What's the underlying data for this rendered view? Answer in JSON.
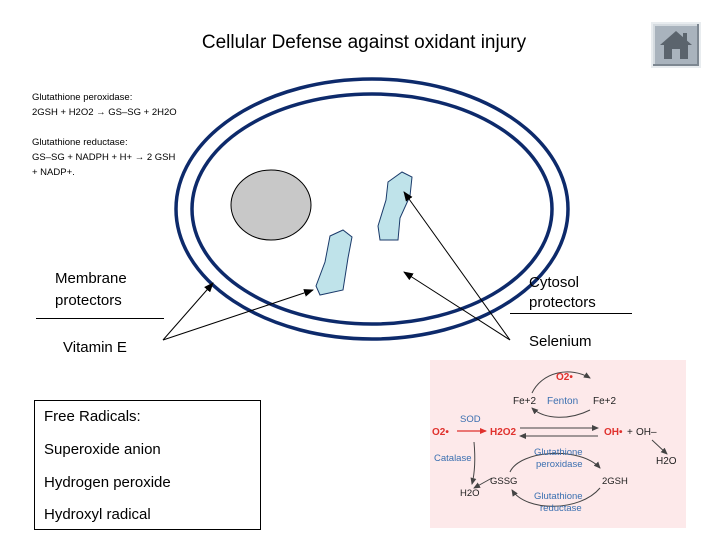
{
  "title": "Cellular Defense against oxidant injury",
  "nav": {
    "home_icon": "home-icon"
  },
  "equations": {
    "peroxidase_heading": "Glutathione peroxidase:",
    "peroxidase_reaction": "2GSH + H2O2 → GS–SG + 2H2O",
    "reductase_heading": "Glutathione reductase:",
    "reductase_reaction": "GS–SG + NADPH + H+ → 2 GSH + NADP+."
  },
  "labels": {
    "membrane_protectors_line1": "Membrane",
    "membrane_protectors_line2": "protectors",
    "vitamin_e": "Vitamin E",
    "cytosol_protectors_line1": "Cytosol",
    "cytosol_protectors_line2": "protectors",
    "selenium": "Selenium"
  },
  "free_radicals": {
    "heading": "Free Radicals:",
    "items": [
      "Superoxide anion",
      "Hydrogen peroxide",
      "Hydroxyl radical"
    ]
  },
  "inset": {
    "o2_radical": "O2•",
    "fe2": "Fe+2",
    "fenton": "Fenton",
    "fe3": "Fe+2",
    "sod": "SOD",
    "h2o2": "H2O2",
    "oh_radical": "OH•",
    "plus": "+",
    "oh_minus": "OH–",
    "catalase": "Catalase",
    "gpx_line1": "Glutathione",
    "gpx_line2": "peroxidase",
    "gssg": "GSSG",
    "gsh2": "2GSH",
    "h2o_left": "H2O",
    "h2o_right": "H2O",
    "gr_line1": "Glutathione",
    "gr_line2": "reductase"
  },
  "colors": {
    "nucleus_fill": "#c8c8c8",
    "organelle_fill": "#bfe3ea",
    "inset_bg": "#fde9ea",
    "inset_red": "#e0312d",
    "inset_blue": "#3a6fb0"
  }
}
